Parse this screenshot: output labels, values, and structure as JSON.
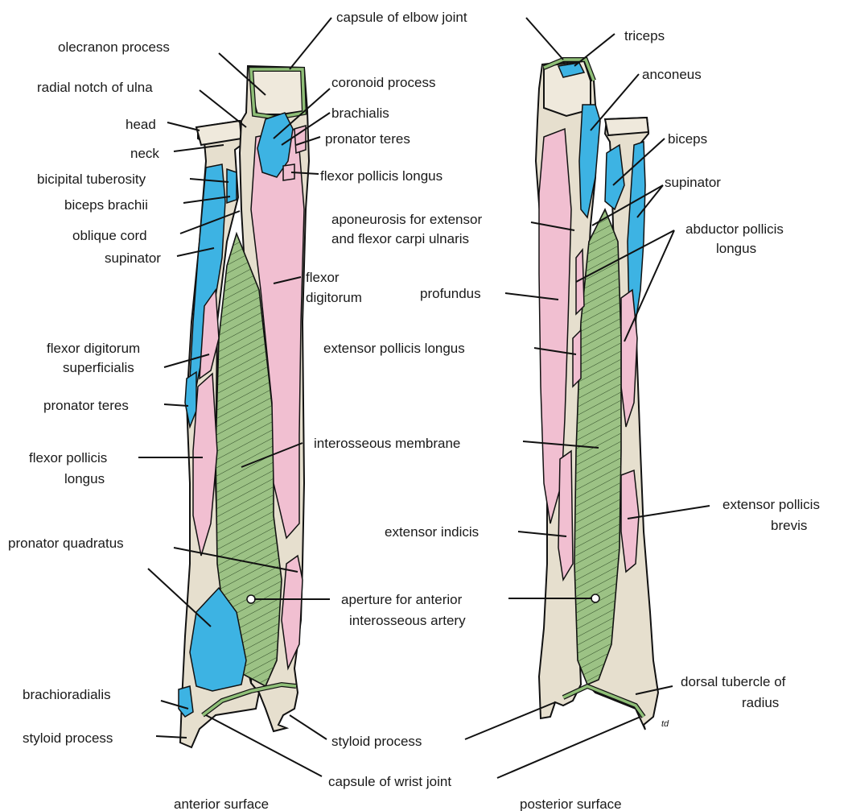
{
  "colors": {
    "muscle_origin": "#3db3e3",
    "muscle_insertion": "#f1bfd1",
    "capsule_ligament": "#9cc285",
    "bone": "#e6dfce"
  },
  "labels": {
    "capsule_elbow": "capsule of elbow joint",
    "olecranon": "olecranon process",
    "radial_notch": "radial notch of ulna",
    "coronoid": "coronoid process",
    "head": "head",
    "brachialis": "brachialis",
    "neck": "neck",
    "pronator_teres_top": "pronator teres",
    "bicipital_tuberosity": "bicipital tuberosity",
    "flexor_pollicis_longus_top": "flexor pollicis longus",
    "biceps_brachii": "biceps brachii",
    "oblique_cord": "oblique cord",
    "supinator_left": "supinator",
    "flexor_digitorum_1": "flexor",
    "flexor_digitorum_2": "digitorum",
    "fds_1": "flexor digitorum",
    "fds_2": "superficialis",
    "pronator_teres_left": "pronator teres",
    "fpl_left_1": "flexor pollicis",
    "fpl_left_2": "longus",
    "pronator_quadratus": "pronator quadratus",
    "brachioradialis": "brachioradialis",
    "styloid_left": "styloid process",
    "styloid_center": "styloid process",
    "capsule_wrist": "capsule of wrist joint",
    "anterior_surface": "anterior surface",
    "posterior_surface": "posterior surface",
    "triceps": "triceps",
    "anconeus": "anconeus",
    "biceps": "biceps",
    "supinator_right": "supinator",
    "apl_1": "abductor pollicis",
    "apl_2": "longus",
    "aponeurosis_1": "aponeurosis for extensor",
    "aponeurosis_2": "and flexor carpi ulnaris",
    "profundus": "profundus",
    "epl": "extensor pollicis longus",
    "interosseous": "interosseous membrane",
    "epb_1": "extensor pollicis",
    "epb_2": "brevis",
    "extensor_indicis": "extensor indicis",
    "aperture_1": "aperture for anterior",
    "aperture_2": "interosseous artery",
    "dorsal_tubercle_1": "dorsal tubercle of",
    "dorsal_tubercle_2": "radius",
    "signature": "td"
  }
}
